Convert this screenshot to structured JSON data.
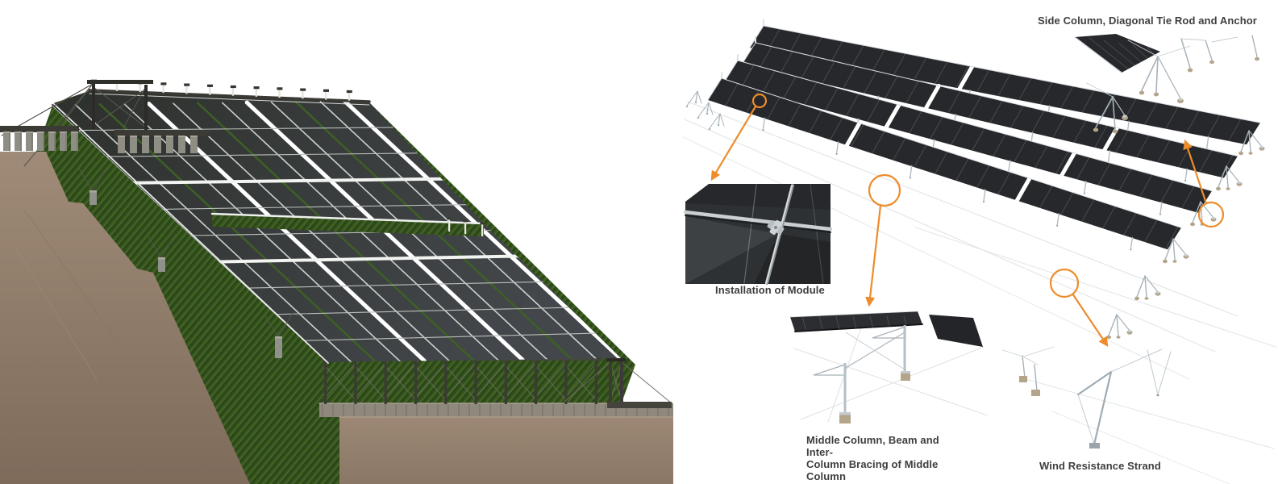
{
  "page": {
    "background": "#ffffff"
  },
  "left_render": {
    "name": "hillside ground-mount solar array render"
  },
  "callouts": {
    "module": {
      "label": "Installation of Module"
    },
    "middle_column": {
      "label": "Middle Column, Beam and Inter-\nColumn Bracing of Middle Column"
    },
    "side_column": {
      "label": "Side Column, Diagonal Tie Rod and Anchor"
    },
    "wind_strand": {
      "label": "Wind Resistance Strand"
    }
  },
  "colors": {
    "accent_orange": "#ED8C2A",
    "label_text": "#3E3E3E",
    "panel_dark": "#26282B",
    "panel_left_dark": "#2E312D",
    "structure_gray": "#A8B2B9",
    "grass_green": "#365522",
    "soil_brown": "#93806D"
  }
}
